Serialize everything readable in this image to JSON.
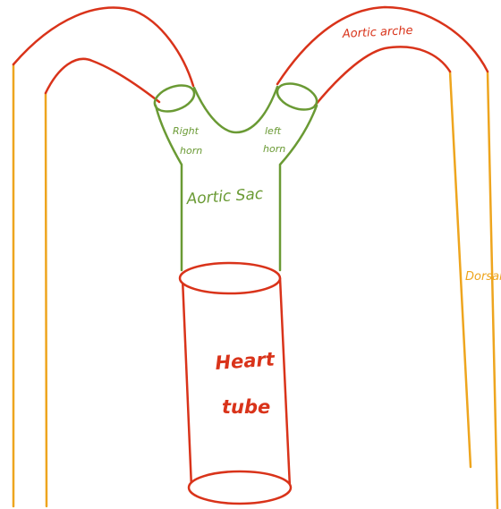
{
  "labels": {
    "aortic_arch": "Aortic arche",
    "right_horn_line1": "Right",
    "right_horn_line2": "horn",
    "left_horn_line1": "left",
    "left_horn_line2": "horn",
    "aortic_sac": "Aortic Sac",
    "heart_tube_line1": "Heart",
    "heart_tube_line2": "tube",
    "dorsal": "Dorsal"
  },
  "colors": {
    "arch_red": "#d9331a",
    "sac_green": "#6a9a34",
    "dorsal_orange": "#eea51e",
    "heart_red": "#d9331a"
  }
}
